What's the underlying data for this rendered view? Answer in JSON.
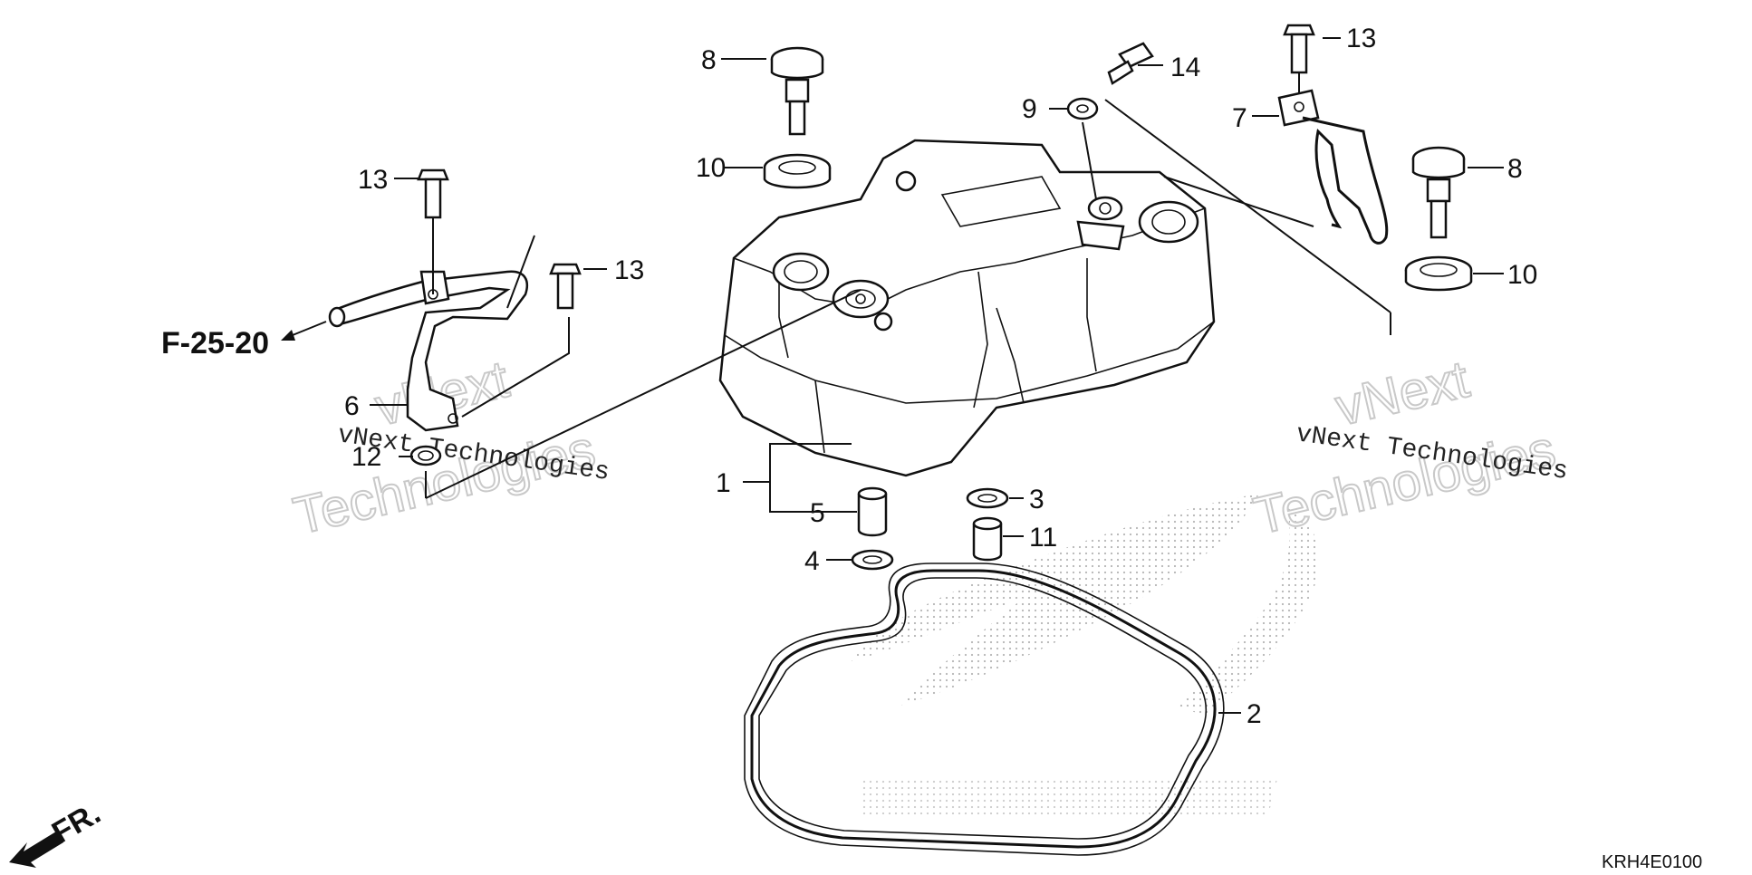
{
  "diagram": {
    "reference_label": "F-25-20",
    "front_label": "FR.",
    "drawing_code": "KRH4E0100",
    "callouts": {
      "part_1": "1",
      "part_2": "2",
      "part_3": "3",
      "part_4": "4",
      "part_5": "5",
      "part_6": "6",
      "part_7": "7",
      "part_8_left": "8",
      "part_8_right": "8",
      "part_9": "9",
      "part_10_left": "10",
      "part_10_right": "10",
      "part_11": "11",
      "part_12": "12",
      "part_13_left_top": "13",
      "part_13_left_mid": "13",
      "part_13_right_top": "13",
      "part_14": "14"
    },
    "watermarks": {
      "left_small": "vNext Technologies",
      "left_big_line1": "vNext",
      "left_big_line2": "Technologies",
      "right_small": "vNext Technologies",
      "right_big_line1": "vNext",
      "right_big_line2": "Technologies"
    }
  }
}
